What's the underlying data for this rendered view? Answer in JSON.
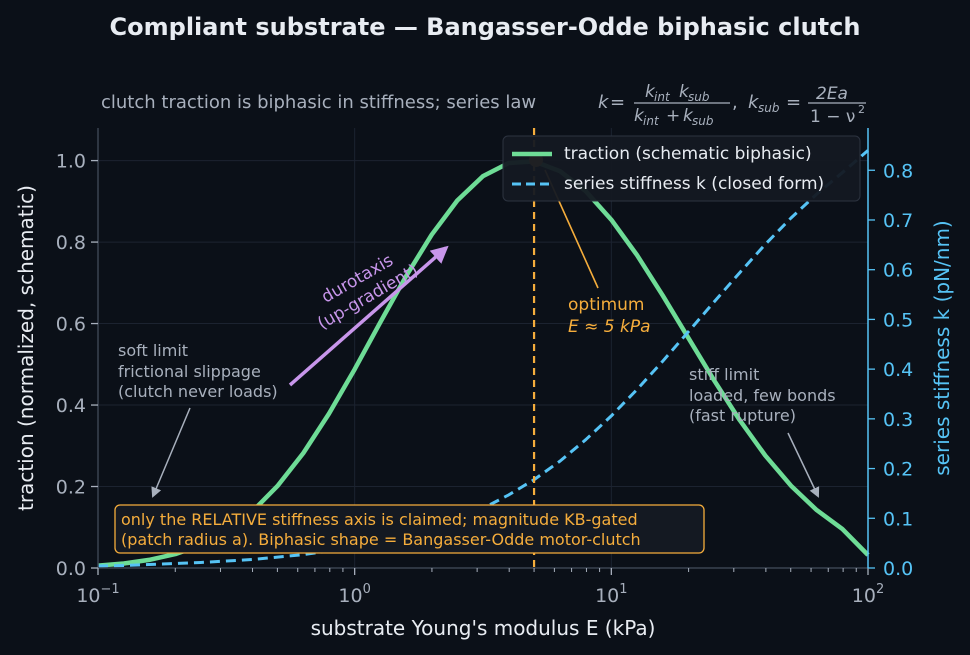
{
  "colors": {
    "background": "#0b1018",
    "traction": "#6edc96",
    "stiffness": "#56c3f5",
    "optimum": "#f5ad3c",
    "durotaxis": "#c896eb",
    "muted": "#a8b0bd",
    "text": "#e8ecf2"
  },
  "chart_data": {
    "type": "line",
    "title": "Compliant substrate — Bangasser-Odde biphasic clutch",
    "subtitle": "clutch traction is biphasic in stiffness;  series law",
    "formula": {
      "k": "k",
      "eq": "=",
      "num_k1": "k",
      "num_k1_sub": "int",
      "num_k2": "k",
      "num_k2_sub": "sub",
      "den_k1": "k",
      "den_k1_sub": "int",
      "den_plus": "+",
      "den_k2": "k",
      "den_k2_sub": "sub",
      "comma": ",",
      "ksub": "k",
      "ksub_sub": "sub",
      "eq2": "=",
      "num2": "2Ea",
      "den2": "1 − ν",
      "den2_sup": "2"
    },
    "xlabel": "substrate Young's modulus  E  (kPa)",
    "ylabel_left": "traction  (normalized, schematic)",
    "ylabel_right": "series stiffness  k  (pN/nm)",
    "xscale": "log",
    "xlim": [
      0.1,
      100
    ],
    "ylim_left": [
      0,
      1.08
    ],
    "ylim_right": [
      0,
      0.885
    ],
    "x_ticks": [
      {
        "value": 0.1,
        "base": "10",
        "exp": "−1"
      },
      {
        "value": 1,
        "base": "10",
        "exp": "0"
      },
      {
        "value": 10,
        "base": "10",
        "exp": "1"
      },
      {
        "value": 100,
        "base": "10",
        "exp": "2"
      }
    ],
    "y_left_ticks": [
      {
        "value": 0,
        "label": "0.0"
      },
      {
        "value": 0.2,
        "label": "0.2"
      },
      {
        "value": 0.4,
        "label": "0.4"
      },
      {
        "value": 0.6,
        "label": "0.6"
      },
      {
        "value": 0.8,
        "label": "0.8"
      },
      {
        "value": 1.0,
        "label": "1.0"
      }
    ],
    "y_right_ticks": [
      {
        "value": 0,
        "label": "0.0"
      },
      {
        "value": 0.1,
        "label": "0.1"
      },
      {
        "value": 0.2,
        "label": "0.2"
      },
      {
        "value": 0.3,
        "label": "0.3"
      },
      {
        "value": 0.4,
        "label": "0.4"
      },
      {
        "value": 0.5,
        "label": "0.5"
      },
      {
        "value": 0.6,
        "label": "0.6"
      },
      {
        "value": 0.7,
        "label": "0.7"
      },
      {
        "value": 0.8,
        "label": "0.8"
      }
    ],
    "grid": true,
    "legend_position": "top-right",
    "series": [
      {
        "name": "traction  (schematic biphasic)",
        "axis": "left",
        "style": "solid",
        "x": [
          0.1,
          0.126,
          0.158,
          0.2,
          0.251,
          0.316,
          0.398,
          0.5,
          0.631,
          0.794,
          1.0,
          1.259,
          1.585,
          1.995,
          2.512,
          3.162,
          3.981,
          5.012,
          6.31,
          7.943,
          10.0,
          12.59,
          15.85,
          19.95,
          25.12,
          31.62,
          39.81,
          50.12,
          63.1,
          79.43,
          100.0
        ],
        "y": [
          0.006,
          0.011,
          0.02,
          0.034,
          0.056,
          0.09,
          0.138,
          0.201,
          0.282,
          0.379,
          0.488,
          0.603,
          0.716,
          0.818,
          0.902,
          0.962,
          0.994,
          0.998,
          0.974,
          0.925,
          0.855,
          0.768,
          0.669,
          0.565,
          0.461,
          0.363,
          0.276,
          0.202,
          0.142,
          0.096,
          0.032
        ]
      },
      {
        "name": "series stiffness k (closed form)",
        "axis": "right",
        "style": "dashed",
        "x": [
          0.1,
          0.126,
          0.158,
          0.2,
          0.251,
          0.316,
          0.398,
          0.5,
          0.631,
          0.794,
          1.0,
          1.259,
          1.585,
          1.995,
          2.512,
          3.162,
          3.981,
          5.012,
          6.31,
          7.943,
          10.0,
          12.59,
          15.85,
          19.95,
          25.12,
          31.62,
          39.81,
          50.12,
          63.1,
          79.43,
          100.0
        ],
        "y": [
          0.004,
          0.005,
          0.007,
          0.009,
          0.011,
          0.014,
          0.017,
          0.022,
          0.027,
          0.034,
          0.042,
          0.052,
          0.065,
          0.08,
          0.098,
          0.12,
          0.147,
          0.178,
          0.215,
          0.258,
          0.306,
          0.359,
          0.416,
          0.475,
          0.535,
          0.594,
          0.651,
          0.704,
          0.752,
          0.795,
          0.84
        ]
      }
    ],
    "optimum": {
      "x": 5,
      "label_line1": "optimum",
      "label_line2": "E ≈ 5 kPa"
    },
    "annotations": {
      "soft": [
        "soft limit",
        "frictional slippage",
        "(clutch never loads)"
      ],
      "stiff": [
        "stiff limit",
        "loaded, few bonds",
        "(fast rupture)"
      ],
      "durotaxis": [
        "durotaxis",
        "(up-gradient)"
      ],
      "note": [
        "only the RELATIVE stiffness axis is claimed; magnitude KB-gated",
        "(patch radius a). Biphasic shape = Bangasser-Odde motor-clutch"
      ]
    }
  }
}
